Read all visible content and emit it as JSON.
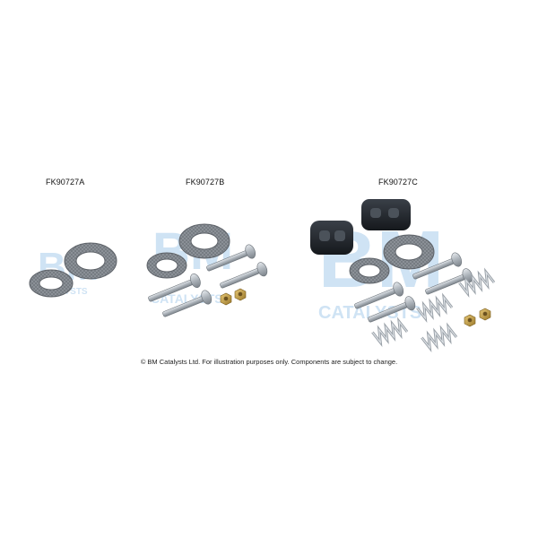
{
  "kits": [
    {
      "code": "FK90727A"
    },
    {
      "code": "FK90727B"
    },
    {
      "code": "FK90727C"
    }
  ],
  "watermark": {
    "brand": "BM",
    "sub": "CATALYSTS"
  },
  "footer": {
    "text": "© BM Catalysts Ltd. For illustration purposes only.  Components are subject to change."
  },
  "colors": {
    "gasket": "#8a8f96",
    "steel": "#b7bdc4",
    "nut": "#c9a24a",
    "rubber": "#1f2328",
    "watermark": "#cfe3f4"
  }
}
